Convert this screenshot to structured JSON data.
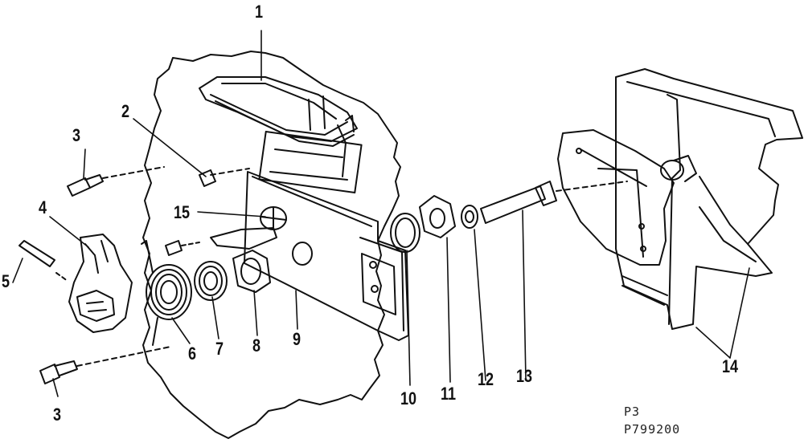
{
  "callouts": {
    "c1": "1",
    "c2": "2",
    "c3a": "3",
    "c3b": "3",
    "c4": "4",
    "c5": "5",
    "c6": "6",
    "c7": "7",
    "c8": "8",
    "c9": "9",
    "c10": "10",
    "c11": "11",
    "c12": "12",
    "c13": "13",
    "c14": "14",
    "c15": "15"
  },
  "footer": {
    "page_code": "P3",
    "drawing_number": "P799200"
  },
  "colors": {
    "ink": "#111111",
    "paper": "#ffffff"
  }
}
